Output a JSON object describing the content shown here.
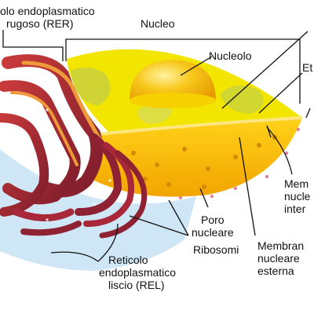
{
  "labels": {
    "rer_line1": "olo endoplasmatico",
    "rer_line2": "rugoso (RER)",
    "nucleo": "Nucleo",
    "nucleolo": "Nucleolo",
    "et": "Et",
    "membrana_interna_1": "Mem",
    "membrana_interna_2": "nucle",
    "membrana_interna_3": "inter",
    "poro_1": "Poro",
    "poro_2": "nucleare",
    "ribosomi": "Ribosomi",
    "membrana_esterna_1": "Membran",
    "membrana_esterna_2": "nucleare",
    "membrana_esterna_3": "esterna",
    "rel_1": "Reticolo",
    "rel_2": "endoplasmatico",
    "rel_3": "liscio (REL)"
  },
  "colors": {
    "nucleoplasm": "#f2e600",
    "chromatin": "#cbd23a",
    "envelope": "#f5b800",
    "nucleolus": "#f4b400",
    "rer": "#a8283a",
    "rer_highlight": "#ef9a3a",
    "rel_background": "#cfe6f6",
    "ribosome": "#d96a8a"
  }
}
